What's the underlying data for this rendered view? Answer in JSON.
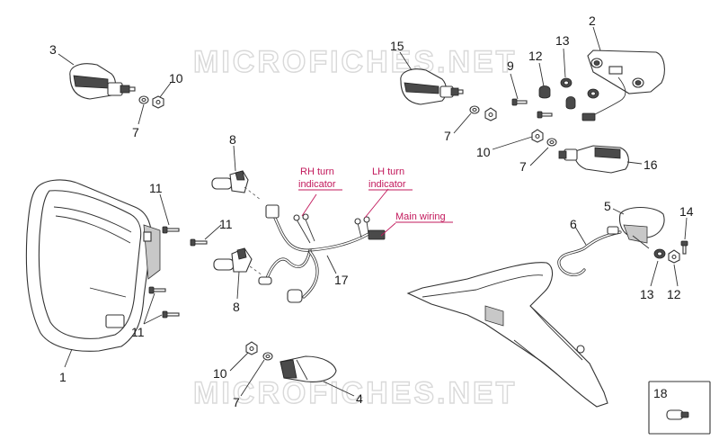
{
  "watermark": "MICROFICHES.NET",
  "callouts": {
    "c1": "1",
    "c2": "2",
    "c3": "3",
    "c4": "4",
    "c5": "5",
    "c6": "6",
    "c7a": "7",
    "c7b": "7",
    "c7c": "7",
    "c7d": "7",
    "c8a": "8",
    "c8b": "8",
    "c9": "9",
    "c10a": "10",
    "c10b": "10",
    "c10c": "10",
    "c11a": "11",
    "c11b": "11",
    "c11c": "11",
    "c12a": "12",
    "c12b": "12",
    "c13a": "13",
    "c13b": "13",
    "c14": "14",
    "c15": "15",
    "c16": "16",
    "c17": "17",
    "c18": "18"
  },
  "labels": {
    "rh_turn_1": "RH turn",
    "rh_turn_2": "indicator",
    "lh_turn_1": "LH turn",
    "lh_turn_2": "indicator",
    "main_wiring": "Main wiring"
  },
  "colors": {
    "label": "#c2185b",
    "line": "#333333",
    "watermark": "#d9d9d9"
  }
}
